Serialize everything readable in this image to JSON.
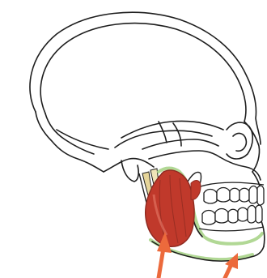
{
  "figure": {
    "subject": "skull-lateral-view-masseter",
    "colors": {
      "outline": "#1e1e1e",
      "muscle_fill": "#c0392b",
      "muscle_dark": "#8e2a20",
      "muscle_highlight": "#e0705f",
      "mandible_highlight": "#a8d48a",
      "tendon": "#e6d59a",
      "arrow": "#ec6a3c",
      "background": "#ffffff"
    },
    "markers": [
      {
        "name": "arrow-mandible-angle",
        "direction": "up"
      },
      {
        "name": "arrow-mandible-body",
        "direction": "up"
      }
    ]
  }
}
